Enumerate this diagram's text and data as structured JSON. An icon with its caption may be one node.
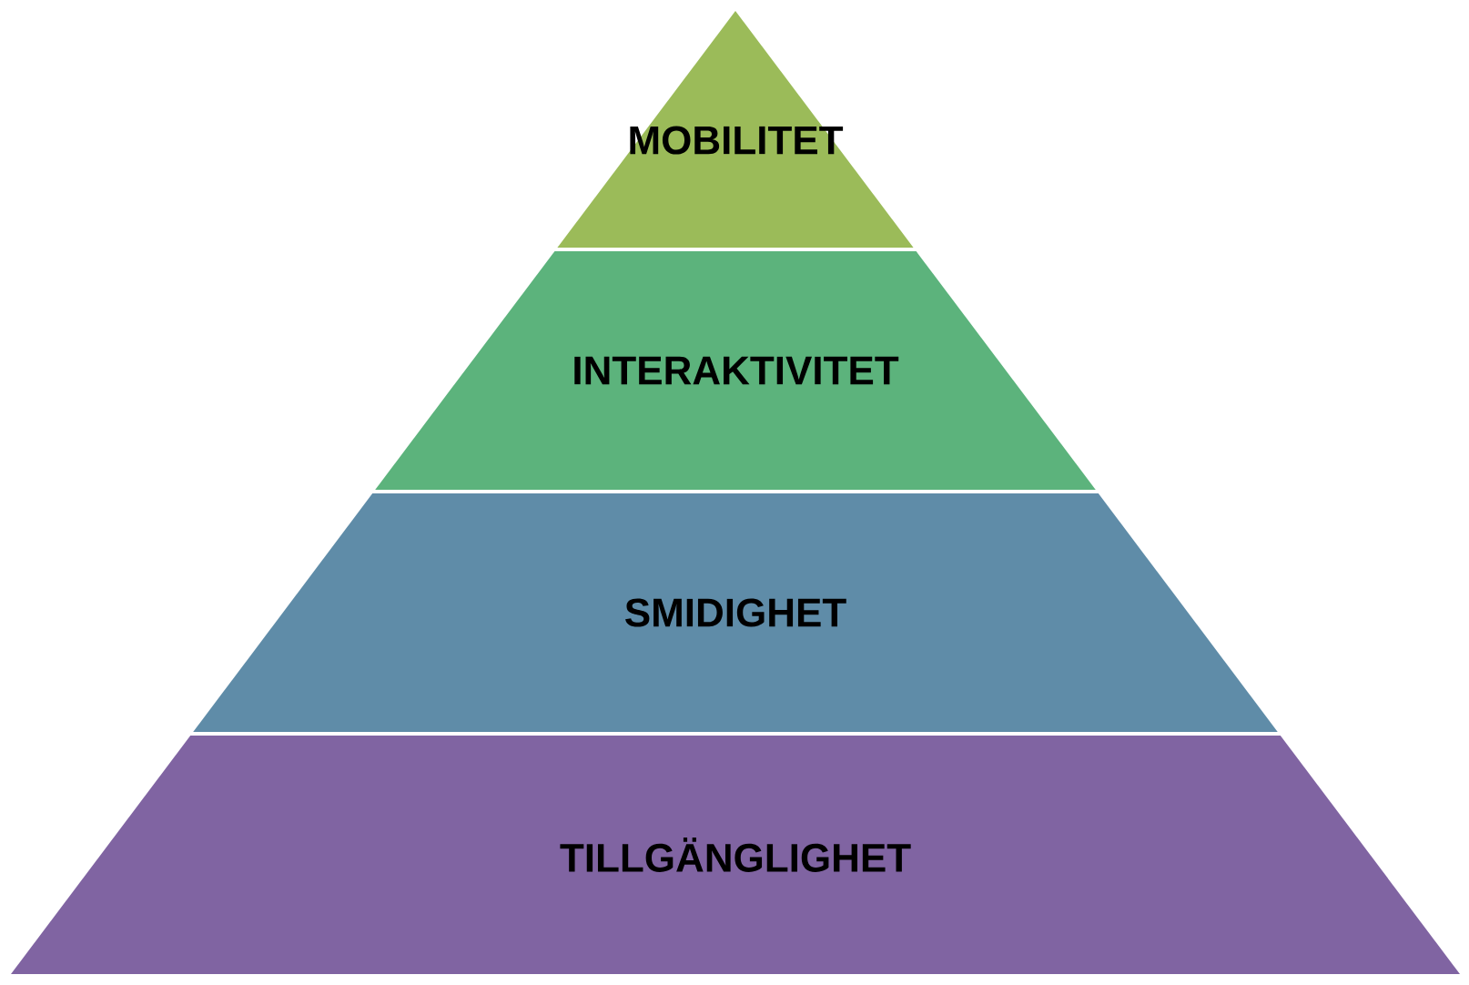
{
  "diagram": {
    "nodes": [
      {
        "text": [
          "MOBILITET"
        ]
      },
      {
        "text": [
          "INTERAKTIVITET"
        ]
      },
      {
        "text": [
          "SMIDIGHET"
        ]
      },
      {
        "text": [
          "TILLGÄNGLIGHET"
        ]
      }
    ]
  }
}
